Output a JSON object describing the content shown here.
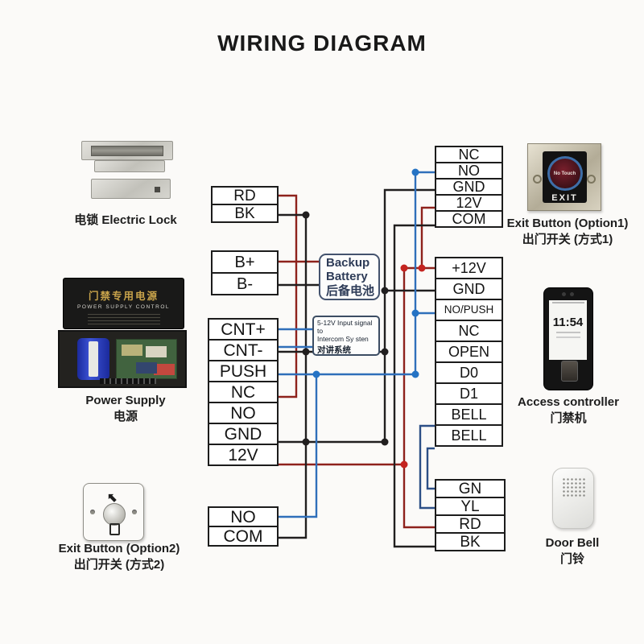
{
  "title": "WIRING DIAGRAM",
  "blocks": {
    "lock_terminals": {
      "cells": [
        "RD",
        "BK"
      ]
    },
    "battery_terminals": {
      "cells": [
        "B+",
        "B-"
      ]
    },
    "power_terminals": {
      "cells": [
        "CNT+",
        "CNT-",
        "PUSH",
        "NC",
        "NO",
        "GND",
        "12V"
      ]
    },
    "bell_output_terminals": {
      "cells": [
        "NO",
        "COM"
      ]
    },
    "exit1_terminals": {
      "cells": [
        "NC",
        "NO",
        "GND",
        "12V",
        "COM"
      ]
    },
    "controller_terminals": {
      "cells": [
        "+12V",
        "GND",
        "NO/PUSH",
        "NC",
        "OPEN",
        "D0",
        "D1",
        "BELL",
        "BELL"
      ]
    },
    "doorbell_terminals": {
      "cells": [
        "GN",
        "YL",
        "RD",
        "BK"
      ]
    }
  },
  "annotations": {
    "backup_battery": {
      "line1": "Backup",
      "line2": "Battery",
      "line3": "后备电池"
    },
    "intercom": {
      "line1": "5-12V Input signal to",
      "line2": "Intercom Sy sten",
      "line3": "对讲系统"
    }
  },
  "devices": {
    "electric_lock": {
      "label": "电锁  Electric Lock"
    },
    "power_supply": {
      "label_en": "Power Supply",
      "label_zh": "电源",
      "panel_title": "门禁专用电源",
      "panel_subtitle": "POWER SUPPLY CONTROL"
    },
    "exit_button_2": {
      "label_en": "Exit Button (Option2)",
      "label_zh": "出门开关 (方式2)",
      "arrow_icon": "⬉"
    },
    "exit_button_1": {
      "label_en": "Exit Button (Option1)",
      "label_zh": "出门开关 (方式1)",
      "no_touch": "No Touch",
      "exit": "EXIT"
    },
    "access_controller": {
      "label_en": "Access controller",
      "label_zh": "门禁机",
      "time": "11:54"
    },
    "door_bell": {
      "label_en": "Door Bell",
      "label_zh": "门铃"
    }
  },
  "colors": {
    "wire_red": "#8e221c",
    "wire_black": "#211f1f",
    "wire_blue": "#2f6fba",
    "wire_navy": "#2c4f86",
    "junction_red": "#c42420",
    "junction_blue": "#2573c4"
  }
}
